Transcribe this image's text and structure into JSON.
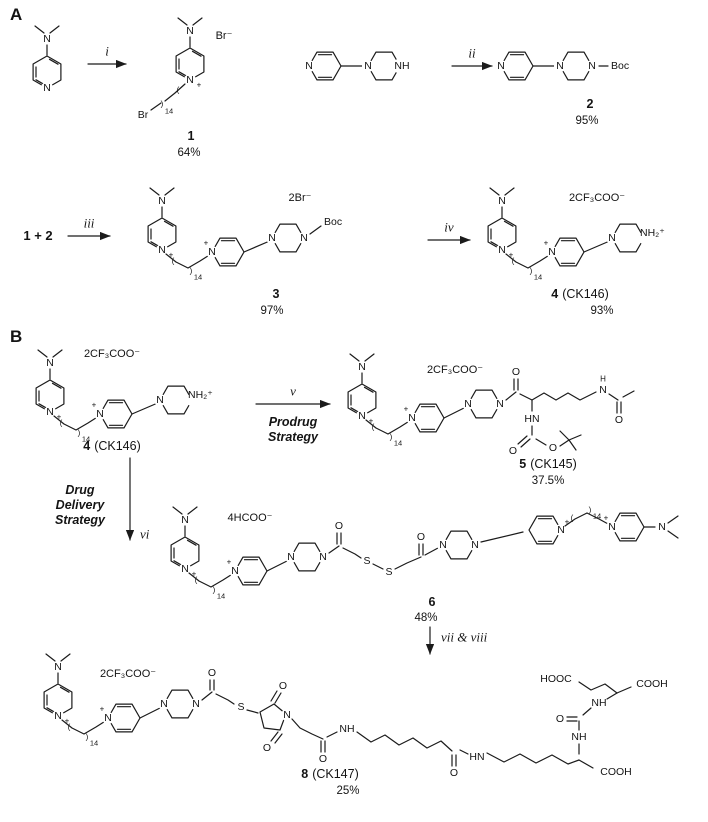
{
  "panels": {
    "a": "A",
    "b": "B"
  },
  "atoms": {
    "N": "N",
    "NH": "NH",
    "HN": "HN",
    "H": "H",
    "O": "O",
    "S": "S",
    "Br": "Br",
    "plus": "+",
    "boc": "Boc",
    "nh2plus": "NH₂⁺",
    "repeat": "14",
    "lparen": "(",
    "rparen": ")"
  },
  "counterions": {
    "br": "Br⁻",
    "dibr": "2Br⁻",
    "tfa": "2CF₃COO⁻",
    "formate": "4HCOO⁻"
  },
  "steps": {
    "i": "i",
    "ii": "ii",
    "iii": "iii",
    "iv": "iv",
    "v": "v",
    "vi": "vi",
    "vii_viii": "vii & viii"
  },
  "strategies": {
    "prodrug_1": "Prodrug",
    "prodrug_2": "Strategy",
    "delivery_1": "Drug",
    "delivery_2": "Delivery",
    "delivery_3": "Strategy"
  },
  "reactants_sum": "1 + 2",
  "compounds": {
    "c1": {
      "num": "1",
      "yield": "64%"
    },
    "c2": {
      "num": "2",
      "yield": "95%"
    },
    "c3": {
      "num": "3",
      "yield": "97%"
    },
    "c4": {
      "num": "4",
      "name": "(CK146)",
      "yield": "93%"
    },
    "c5": {
      "num": "5",
      "name": "(CK145)",
      "yield": "37.5%"
    },
    "c6": {
      "num": "6",
      "yield": "48%"
    },
    "c8": {
      "num": "8",
      "name": "(CK147)",
      "yield": "25%"
    }
  },
  "labels": {
    "cooh": "COOH",
    "hooc": "HOOC"
  }
}
